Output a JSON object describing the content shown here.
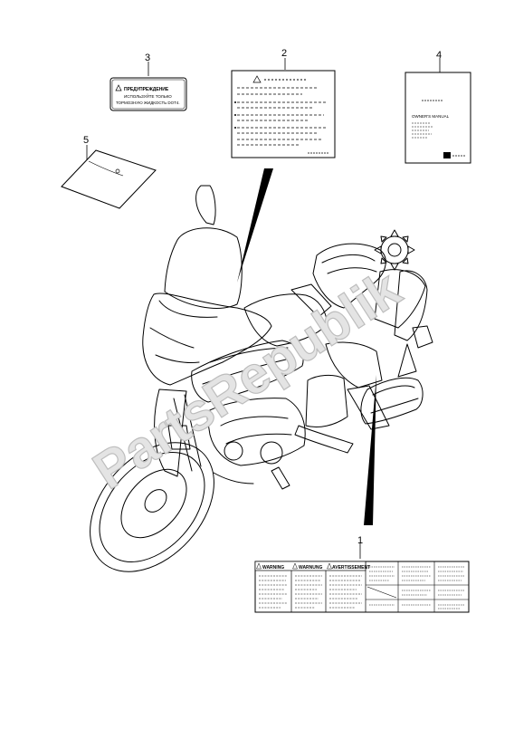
{
  "watermark": "PartsRepublik",
  "callouts": [
    {
      "id": "1"
    },
    {
      "id": "2"
    },
    {
      "id": "3"
    },
    {
      "id": "4"
    },
    {
      "id": "5"
    }
  ],
  "label3": {
    "heading": "ПРЕДУПРЕЖДЕНИЕ",
    "line1": "ИСПОЛЬЗУЙТЕ ТОЛЬКО",
    "line2": "ТОРМОЗНУЮ ЖИДКОСТЬ DOT4."
  },
  "label4": {
    "title": "OWNER'S MANUAL"
  },
  "label1": {
    "warning_en": "WARNING",
    "warning_ru": "WARNUNG",
    "warning_fr": "AVERTISSEMENT"
  },
  "colors": {
    "line": "#000000",
    "watermark_fill": "#e4e4e4",
    "watermark_stroke": "#bdbdbd"
  }
}
